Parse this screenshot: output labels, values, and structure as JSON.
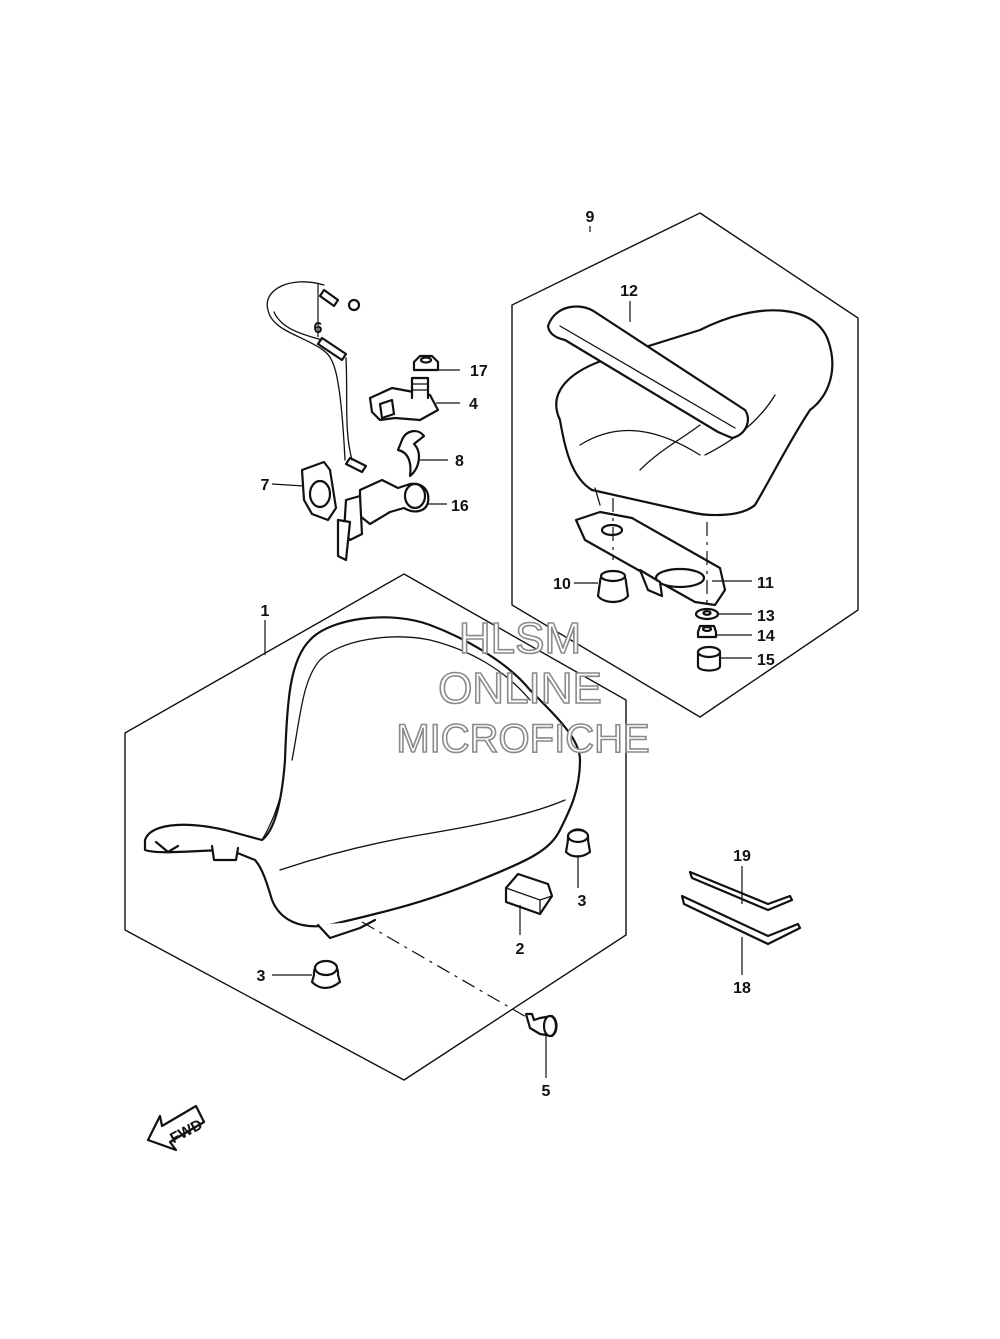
{
  "callouts": {
    "c1": "1",
    "c2": "2",
    "c3a": "3",
    "c3b": "3",
    "c4": "4",
    "c5": "5",
    "c6": "6",
    "c7": "7",
    "c8": "8",
    "c9": "9",
    "c10": "10",
    "c11": "11",
    "c12": "12",
    "c13": "13",
    "c14": "14",
    "c15": "15",
    "c16": "16",
    "c17": "17",
    "c18": "18",
    "c19": "19"
  },
  "watermark": {
    "line1": "HLSM",
    "line2": "ONLINE",
    "line3": "MICROFICHE"
  },
  "direction_arrow": {
    "label": "FWD"
  },
  "colors": {
    "ink": "#111111",
    "watermark_outline": "#8a8a8a",
    "background": "#ffffff"
  }
}
